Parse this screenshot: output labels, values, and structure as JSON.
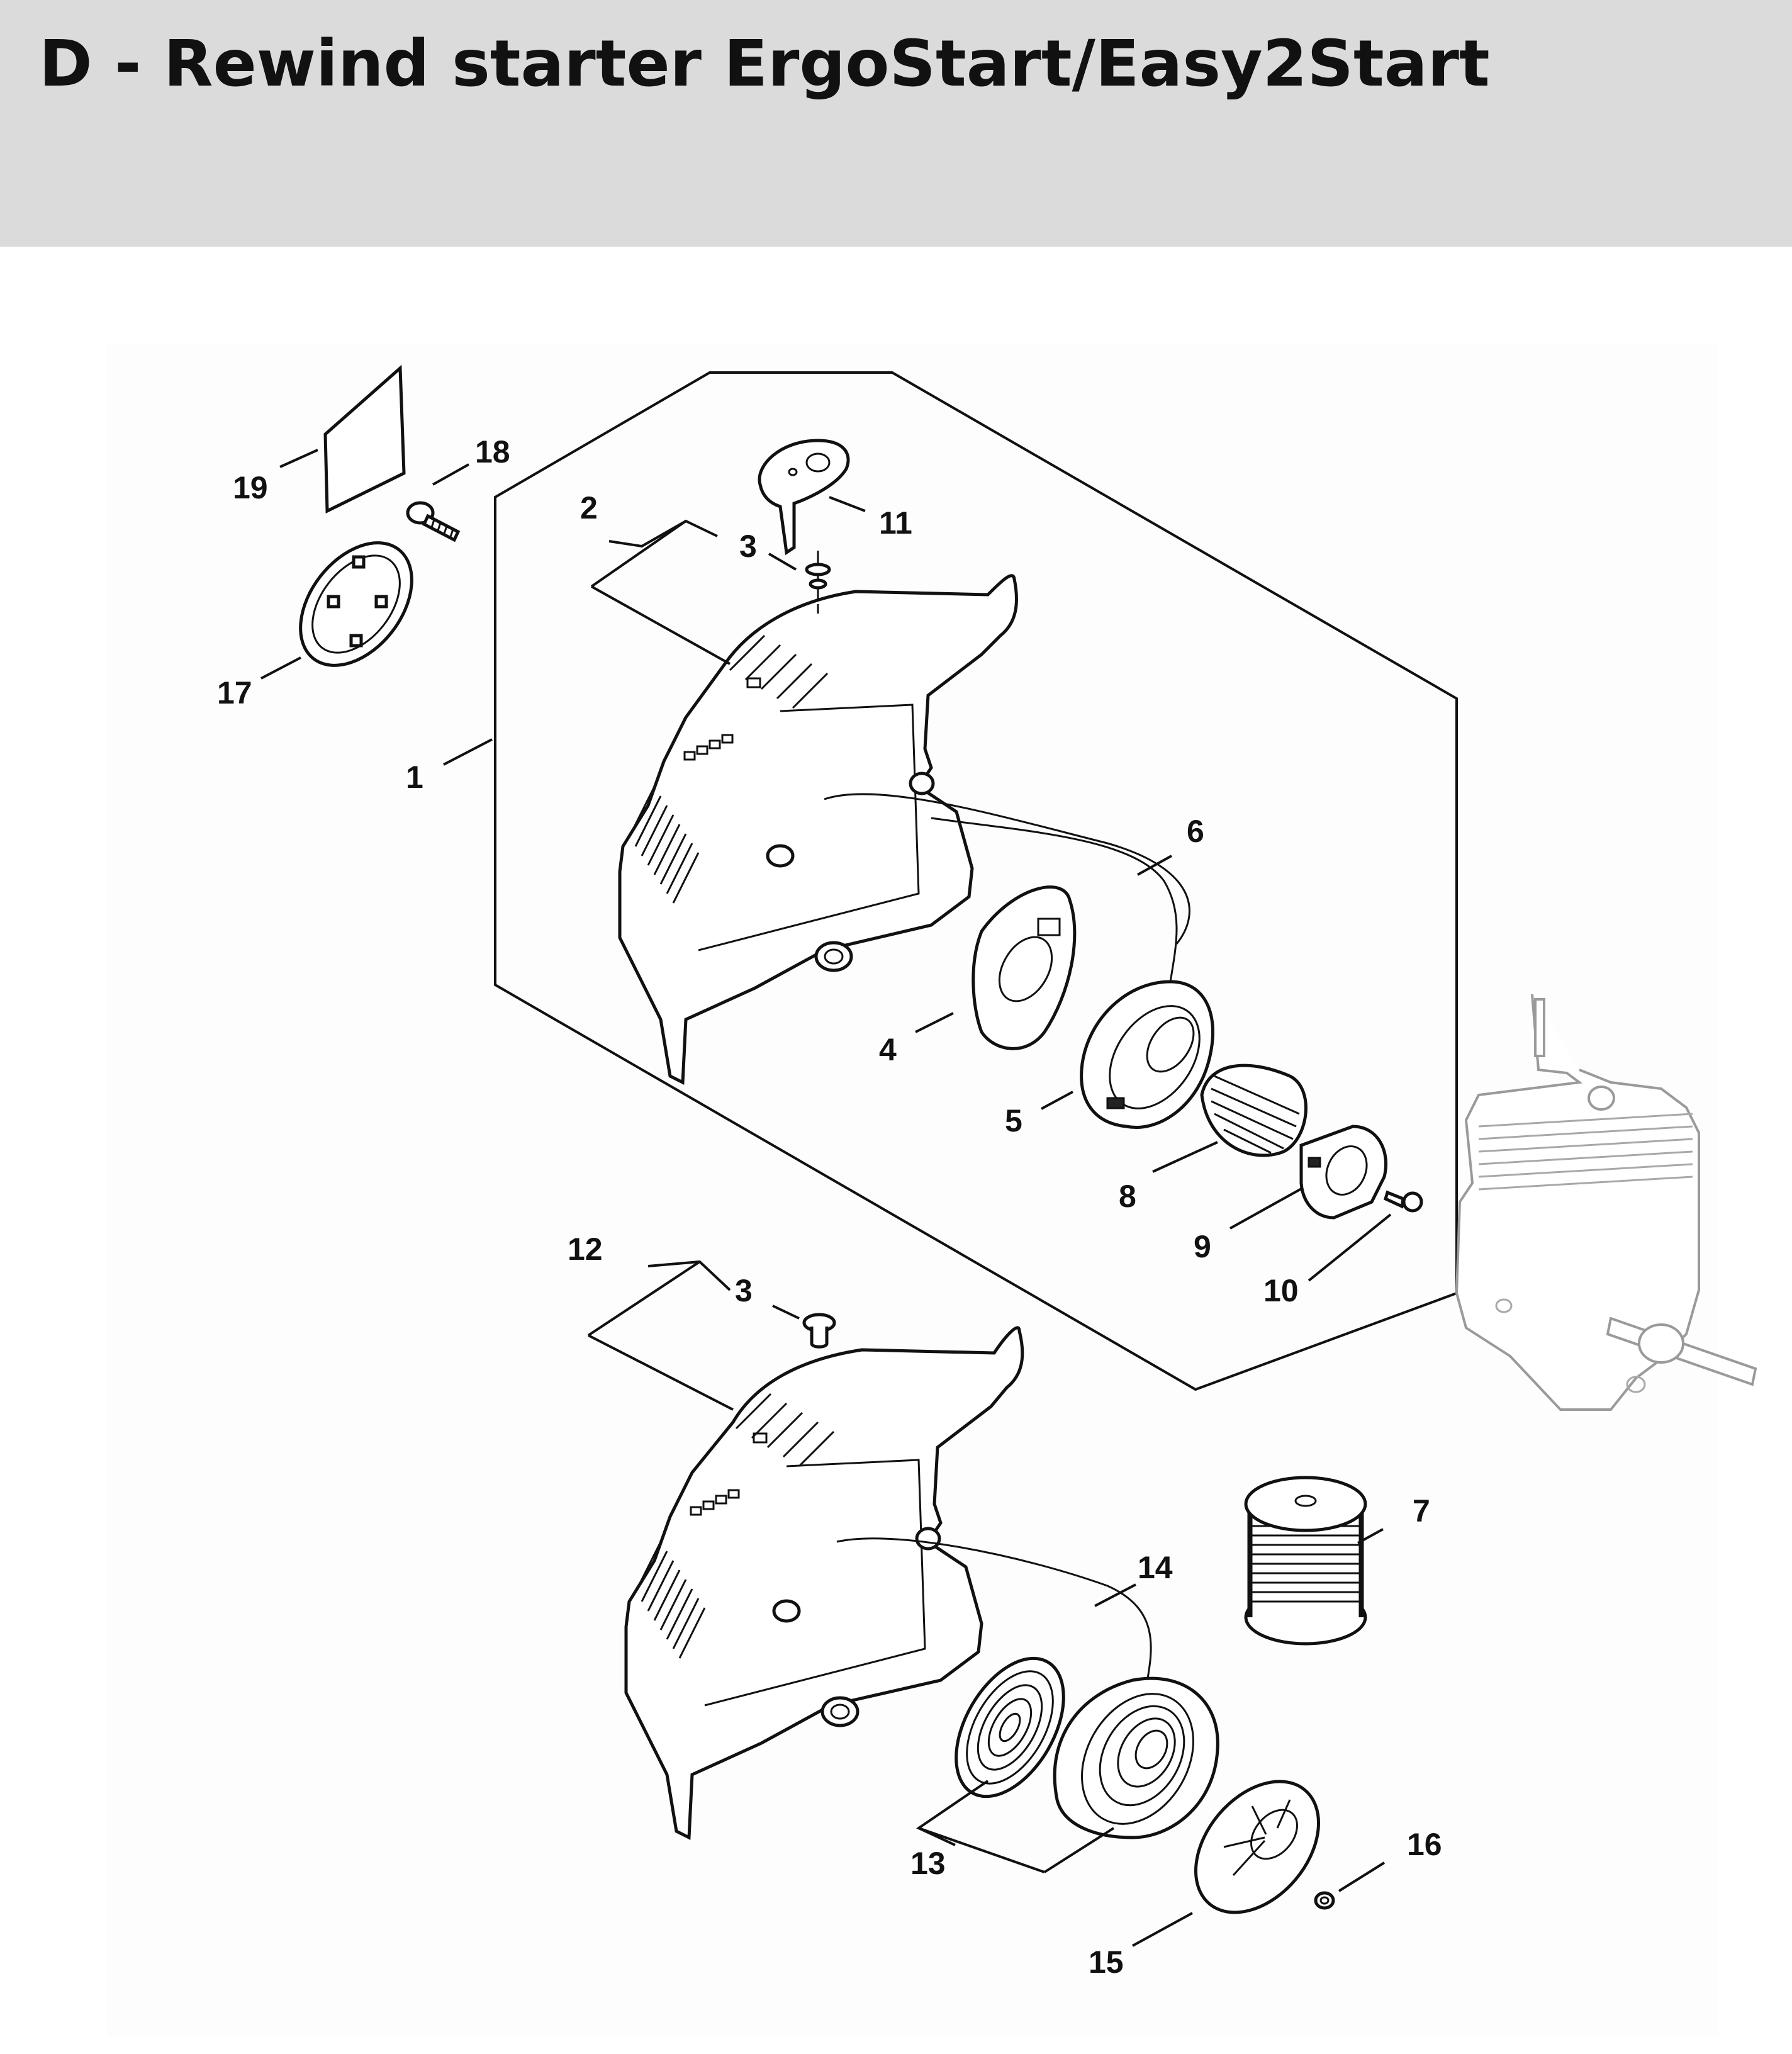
{
  "title": "D - Rewind starter ErgoStart/Easy2Start",
  "callouts": {
    "c1": "1",
    "c2": "2",
    "c3a": "3",
    "c3b": "3",
    "c4": "4",
    "c5": "5",
    "c6": "6",
    "c7": "7",
    "c8": "8",
    "c9": "9",
    "c10": "10",
    "c11": "11",
    "c12": "12",
    "c13": "13",
    "c14": "14",
    "c15": "15",
    "c16": "16",
    "c17": "17",
    "c18": "18",
    "c19": "19"
  }
}
